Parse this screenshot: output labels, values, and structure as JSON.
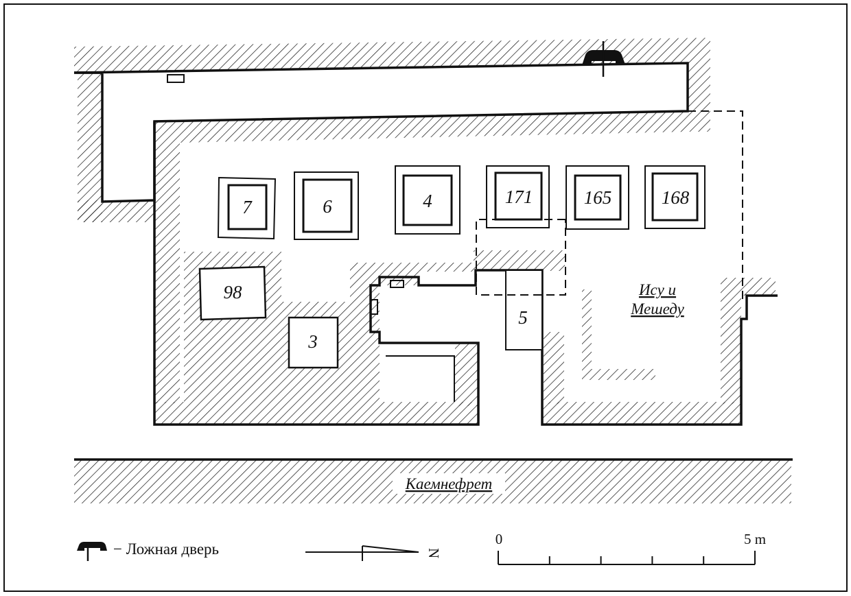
{
  "shafts": [
    {
      "id": "shaft-7",
      "label": "7"
    },
    {
      "id": "shaft-6",
      "label": "6"
    },
    {
      "id": "shaft-4",
      "label": "4"
    },
    {
      "id": "shaft-171",
      "label": "171"
    },
    {
      "id": "shaft-165",
      "label": "165"
    },
    {
      "id": "shaft-168",
      "label": "168"
    },
    {
      "id": "shaft-98",
      "label": "98"
    },
    {
      "id": "shaft-3",
      "label": "3"
    },
    {
      "id": "shaft-5",
      "label": "5"
    }
  ],
  "tomb_label_line1": "Ису и",
  "tomb_label_line2": "Мешеду",
  "street_label": "Каемнефрет",
  "legend": {
    "false_door_label": "− Ложная дверь"
  },
  "north_label": "N",
  "scale": {
    "start_label": "0",
    "end_label": "5 m",
    "length_m": 5,
    "divisions": 5
  },
  "colors": {
    "ink": "#111111",
    "background": "#ffffff"
  }
}
